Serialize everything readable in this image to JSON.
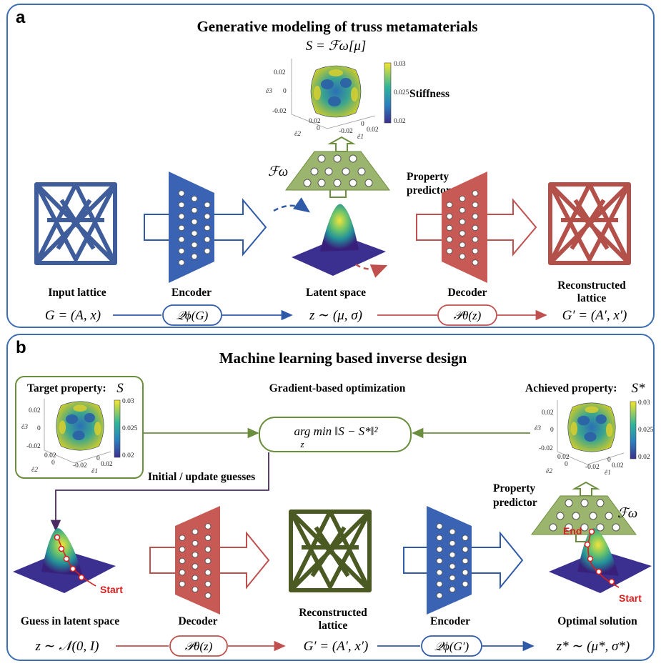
{
  "panel_a": {
    "letter": "a",
    "title": "Generative modeling of truss metamaterials",
    "top_formula": "S = ℱω[μ]",
    "stiffness_label": "Stiffness",
    "colorbar_ticks": [
      "0.03",
      "0.025",
      "0.02"
    ],
    "plot_ticks": {
      "z": [
        "0.02",
        "0",
        "-0.02"
      ],
      "x1": [
        "-0.02",
        "0",
        "0.02"
      ],
      "x2": [
        "0.02",
        "0",
        "-0.02"
      ]
    },
    "axis_labels": [
      "ê3",
      "ê2",
      "ê1"
    ],
    "predictor_symbol": "ℱω",
    "property_predictor": [
      "Property",
      "predictor"
    ],
    "labels": {
      "input": "Input lattice",
      "encoder": "Encoder",
      "latent": "Latent space",
      "decoder": "Decoder",
      "recon_1": "Reconstructed",
      "recon_2": "lattice"
    },
    "formulas": {
      "g": "G = (A, x)",
      "q": "𝒬ϕ(G)",
      "z": "z ∼ (μ, σ)",
      "p": "𝒫θ(z)",
      "gp": "G′ = (A′, x′)"
    }
  },
  "panel_b": {
    "letter": "b",
    "title": "Machine learning based inverse design",
    "target_property": "Target property:",
    "target_symbol": "S",
    "gradient_label": "Gradient-based optimization",
    "objective": "arg min ‖S − S*‖²",
    "objective_sub": "z",
    "achieved_property": "Achieved property:",
    "achieved_symbol": "S*",
    "initial_update": "Initial / update guesses",
    "property_predictor": [
      "Property",
      "predictor"
    ],
    "predictor_symbol": "ℱω",
    "colorbar_ticks": [
      "0.03",
      "0.025",
      "0.02"
    ],
    "plot_ticks": {
      "z": [
        "0.02",
        "0",
        "-0.02"
      ],
      "x1": [
        "-0.02",
        "0",
        "0.02"
      ],
      "x2": [
        "0.02",
        "0",
        "-0.02"
      ]
    },
    "axis_labels": [
      "ê3",
      "ê2",
      "ê1"
    ],
    "start_label": "Start",
    "end_label": "End",
    "labels": {
      "guess": "Guess in latent space",
      "decoder": "Decoder",
      "recon_1": "Reconstructed",
      "recon_2": "lattice",
      "encoder": "Encoder",
      "optimal": "Optimal solution"
    },
    "formulas": {
      "z0": "z ∼ 𝒩(0, I)",
      "p": "𝒫θ(z)",
      "gp": "G′ = (A′, x′)",
      "q": "𝒬ϕ(G′)",
      "zs": "z* ∼ (μ*, σ*)"
    }
  },
  "colors": {
    "blue": "#2f5aa8",
    "red": "#c0504d",
    "green": "#6b8e3e",
    "purple": "#4b2a63",
    "panel_border": "#3d6fb0"
  }
}
